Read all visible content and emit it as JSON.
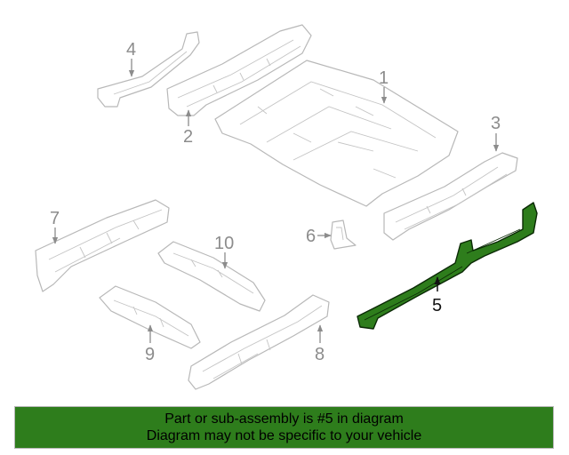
{
  "diagram": {
    "highlight_color": "#2e7d1c",
    "highlighted_part": "5",
    "callouts": {
      "c1": "1",
      "c2": "2",
      "c3": "3",
      "c4": "4",
      "c5": "5",
      "c6": "6",
      "c7": "7",
      "c8": "8",
      "c9": "9",
      "c10": "10"
    }
  },
  "banner": {
    "line1": "Part or sub-assembly is #5 in diagram",
    "line2": "Diagram may not be specific to your vehicle",
    "background": "#2e7d1c"
  }
}
